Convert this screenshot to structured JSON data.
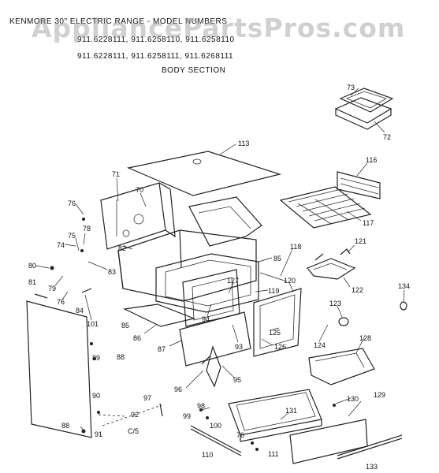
{
  "header": {
    "line1": "KENMORE 30\" ELECTRIC RANGE - MODEL NUMBERS",
    "line2": "911.6228111,  911.6258110,  911.6258110",
    "line3": "911.6228111,  911.6258111,  911.6268111",
    "section": "BODY SECTION"
  },
  "watermark": "AppliancePartsPros.com",
  "footer_code": "C/5",
  "part_labels": {
    "p73": "73",
    "p72": "72",
    "p113": "113",
    "p116": "116",
    "p117": "117",
    "p71": "71",
    "p70": "70",
    "p76a": "76",
    "p78": "78",
    "p74": "74",
    "p75": "75",
    "p82": "82",
    "p83": "83",
    "p80": "80",
    "p79": "79",
    "p76b": "76",
    "p81": "81",
    "p84": "84",
    "p101": "101",
    "p85a": "85",
    "p85b": "85",
    "p118": "118",
    "p121": "121",
    "p122": "122",
    "p120": "120",
    "p134": "134",
    "p127": "127",
    "p119": "119",
    "p123": "123",
    "p94": "94",
    "p86": "86",
    "p87": "87",
    "p93": "93",
    "p125": "125",
    "p126": "126",
    "p124": "124",
    "p128": "128",
    "p89": "89",
    "p88a": "88",
    "p95": "95",
    "p96": "96",
    "p97": "97",
    "p90": "90",
    "p92": "92",
    "p88b": "88",
    "p91": "91",
    "p98": "98",
    "p99": "99",
    "p100": "100",
    "p131": "131",
    "p130": "130",
    "p129": "129",
    "p76c": "76",
    "p110": "110",
    "p111": "111",
    "p133": "133"
  }
}
